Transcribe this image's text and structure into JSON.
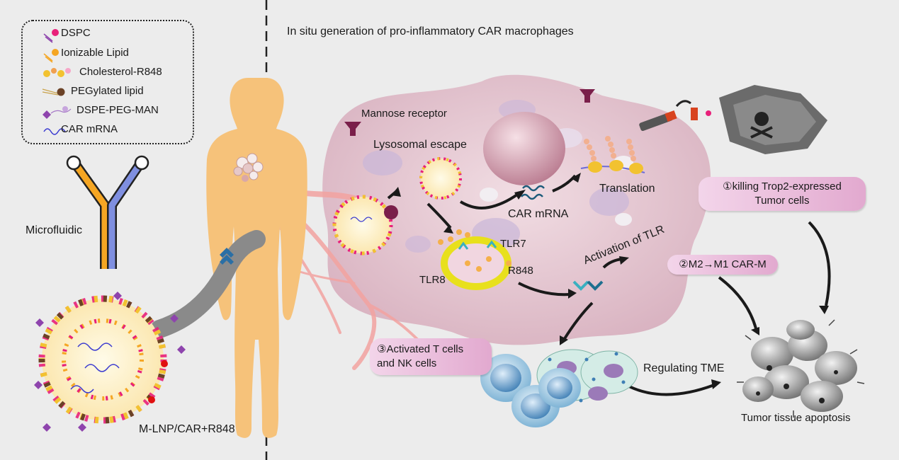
{
  "title": "In situ generation of pro-inflammatory CAR macrophages",
  "legend": {
    "items": [
      {
        "label": "DSPC",
        "icon": "dspc-icon",
        "color": "#e8207a"
      },
      {
        "label": "Ionizable Lipid",
        "icon": "ionizable-lipid-icon",
        "color": "#f5a623"
      },
      {
        "label": "Cholesterol-R848",
        "icon": "cholesterol-r848-icon",
        "color": "#f2c230"
      },
      {
        "label": "PEGylated lipid",
        "icon": "pegylated-lipid-icon",
        "color": "#6b4226"
      },
      {
        "label": "DSPE-PEG-MAN",
        "icon": "dspe-peg-man-icon",
        "color": "#8e44ad"
      },
      {
        "label": "CAR mRNA",
        "icon": "car-mrna-icon",
        "color": "#3a3ad0"
      }
    ]
  },
  "labels": {
    "microfluidic": "Microfluidic",
    "nanoparticle": "M-LNP/CAR+R848",
    "mannose_receptor": "Mannose receptor",
    "lysosomal_escape": "Lysosomal escape",
    "car_mrna": "CAR mRNA",
    "translation": "Translation",
    "tlr7": "TLR7",
    "tlr8": "TLR8",
    "r848": "R848",
    "activation_tlr": "Activation of TLR",
    "regulating_tme": "Regulating TME",
    "tumor_apoptosis": "Tumor tissue apoptosis"
  },
  "steps": {
    "step1_line1": "①killing Trop2-expressed",
    "step1_line2": "Tumor cells",
    "step2": "②M2→M1 CAR-M",
    "step3_line1": "③Activated T cells",
    "step3_line2": "and NK cells"
  },
  "colors": {
    "background": "#ececec",
    "macrophage": "#e6c9d3",
    "body": "#f6c27a",
    "vessel": "#f3a3a0",
    "pill": "#e2a9cf",
    "antibody_orange": "#f5a623",
    "antibody_blue": "#7f8fe0",
    "tlr_ring": "#e8e01c"
  }
}
